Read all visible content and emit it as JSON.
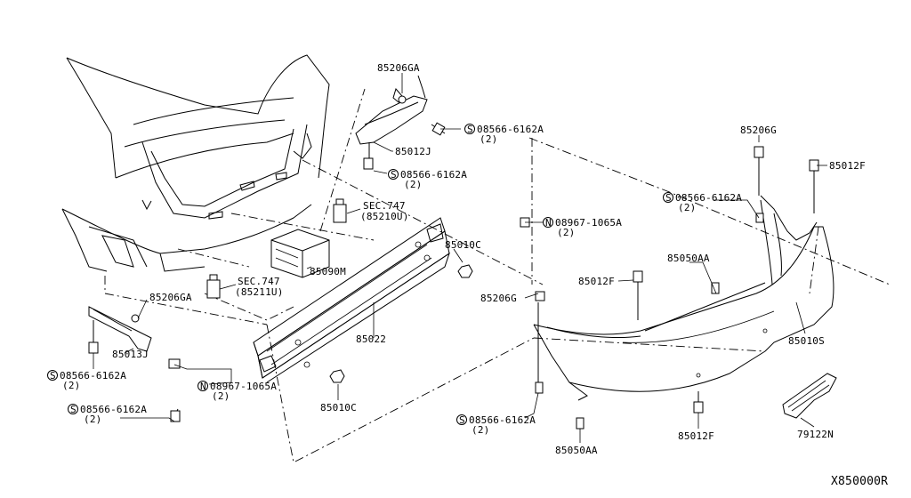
{
  "diagram_id": "X850000R",
  "labels": {
    "p85206GA_top": "85206GA",
    "p85012J": "85012J",
    "p08566_top_right": "08566-6162A",
    "p08566_top_right_qty": "(2)",
    "p08566_top_center": "08566-6162A",
    "p08566_top_center_qty": "(2)",
    "sec747_upper": "SEC.747",
    "sec747_upper_ref": "(85210U)",
    "p85010C_right": "85010C",
    "p85090M": "85090M",
    "sec747_lower": "SEC.747",
    "sec747_lower_ref": "(85211U)",
    "p85206GA_left": "85206GA",
    "p85013J": "85013J",
    "p08566_left": "08566-6162A",
    "p08566_left_qty": "(2)",
    "p08967_left": "08967-1065A",
    "p08967_left_qty": "(2)",
    "p08566_bottom_left": "08566-6162A",
    "p08566_bottom_left_qty": "(2)",
    "p85022": "85022",
    "p85010C_bottom": "85010C",
    "p08967_center": "08967-1065A",
    "p08967_center_qty": "(2)",
    "p85206G_mid": "85206G",
    "p85012F_mid": "85012F",
    "p85050AA_mid": "85050AA",
    "p85206G_top": "85206G",
    "p85012F_top": "85012F",
    "p08566_right": "08566-6162A",
    "p08566_right_qty": "(2)",
    "p85010S": "85010S",
    "p08566_bottom_center": "08566-6162A",
    "p08566_bottom_center_qty": "(2)",
    "p85050AA_bottom": "85050AA",
    "p85012F_bottom": "85012F",
    "p79122N": "79122N"
  },
  "symbols": {
    "s": "S",
    "n": "N"
  }
}
